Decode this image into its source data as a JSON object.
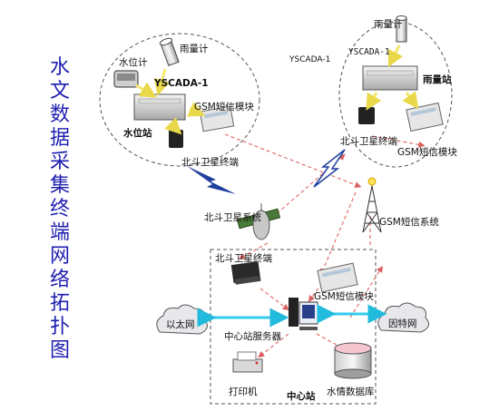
{
  "title_chars": [
    "水",
    "文",
    "数",
    "据",
    "采",
    "集",
    "终",
    "端",
    "网",
    "络",
    "拓",
    "扑",
    "图"
  ],
  "labels": {
    "rain_gauge_left": "雨量计",
    "water_level_gauge": "水位计",
    "yscada_left": "YSCADA-1",
    "gsm_module_left": "GSM短信模块",
    "water_level_station": "水位站",
    "beidou_terminal_left": "北斗卫星终端",
    "yscada_middle": "YSCADA-1",
    "rain_gauge_right": "雨量计",
    "yscada_right": "YSCADA-1",
    "rain_station": "雨量站",
    "beidou_terminal_right": "北斗卫星终端",
    "gsm_module_right": "GSM短信模块",
    "beidou_satellite_system": "北斗卫星系统",
    "gsm_sms_system": "GSM短信系统",
    "beidou_terminal_center": "北斗卫星终端",
    "gsm_module_center": "GSM短信模块",
    "ethernet": "以太网",
    "internet": "因特网",
    "center_server": "中心站服务器",
    "printer": "打印机",
    "center_station": "中心站",
    "hydro_database": "水情数据库"
  },
  "colors": {
    "title": "#1f1fb0",
    "arrow_yellow": "#f2e86a",
    "arrow_red": "#e07070",
    "arrow_cyan": "#33ccee",
    "lightning_blue": "#1e3f9e"
  }
}
